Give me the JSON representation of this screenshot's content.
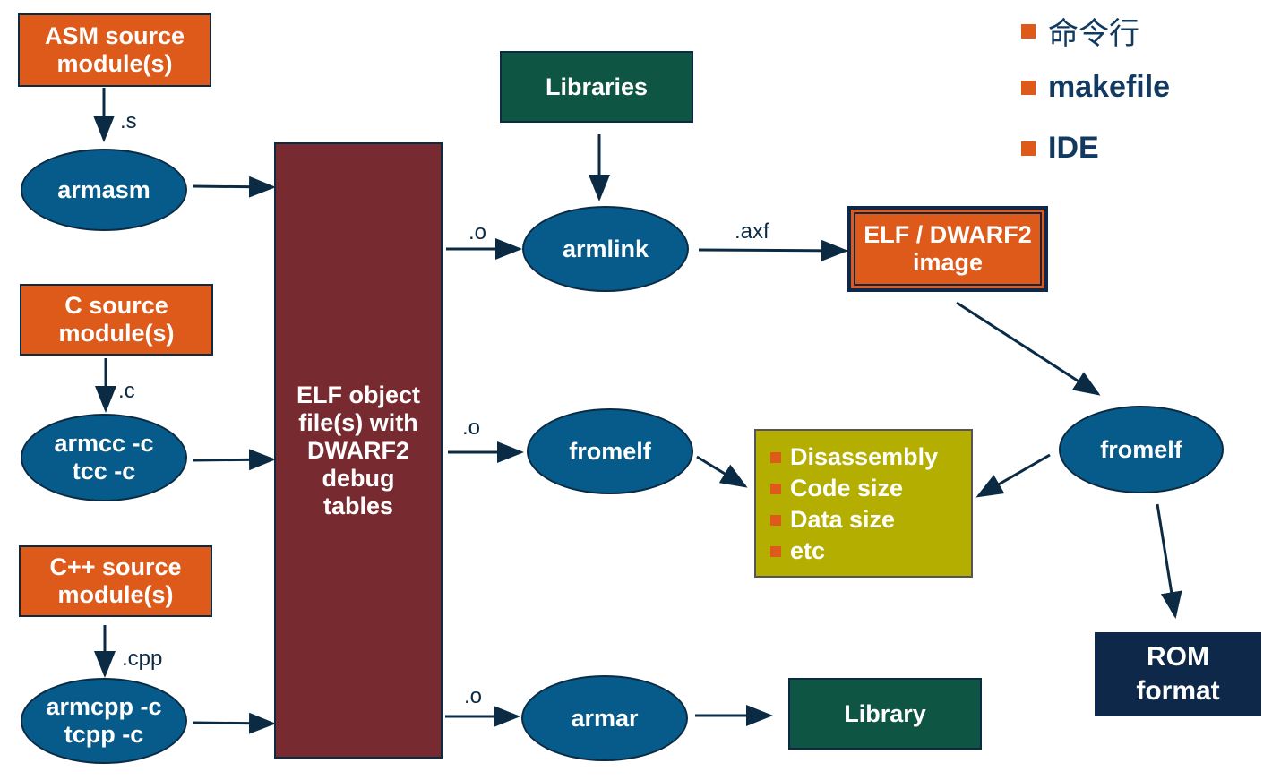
{
  "sources": {
    "asm": "ASM source module(s)",
    "c": "C source module(s)",
    "cpp": "C++ source module(s)"
  },
  "tools": {
    "armasm": "armasm",
    "armcc": "armcc -c tcc -c",
    "armcpp": "armcpp -c tcpp -c",
    "armlink": "armlink",
    "fromelf_mid": "fromelf",
    "armar": "armar",
    "fromelf_right": "fromelf"
  },
  "elf_object": "ELF object file(s) with DWARF2 debug tables",
  "libraries": "Libraries",
  "elf_image": "ELF / DWARF2 image",
  "output_info": {
    "items": [
      "Disassembly",
      "Code size",
      "Data size",
      "etc"
    ]
  },
  "library": "Library",
  "rom_format": "ROM format",
  "edge_labels": {
    "s": ".s",
    "c": ".c",
    "cpp": ".cpp",
    "o_link": ".o",
    "o_fromelf": ".o",
    "o_armar": ".o",
    "axf": ".axf"
  },
  "legend": [
    "命令行",
    "makefile",
    "IDE"
  ],
  "colors": {
    "source_box": "#dd5a1a",
    "tool_ellipse": "#075b8a",
    "elf_object": "#772b30",
    "library_box": "#0f5543",
    "info_box": "#b3ae00",
    "rom_box": "#0d2848",
    "arrow": "#0b2b45"
  }
}
